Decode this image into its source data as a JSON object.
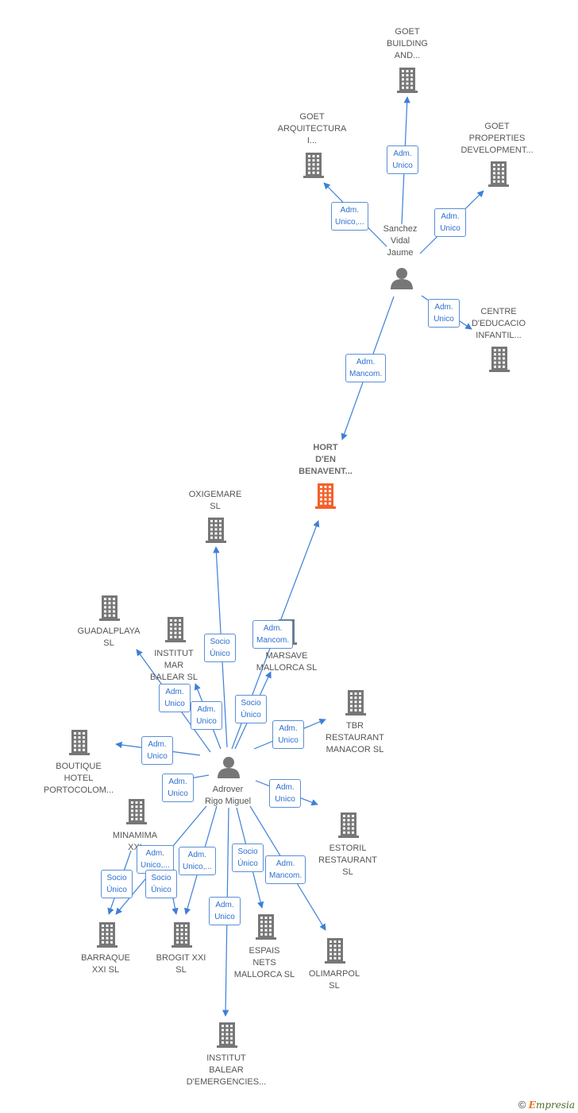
{
  "diagram": {
    "colors": {
      "edge": "#3d7fd8",
      "company": "#777777",
      "highlight": "#f4602a",
      "person": "#777777"
    },
    "nodes": [
      {
        "id": "goet_building",
        "type": "company",
        "label": "GOET\nBUILDING\nAND..."
      },
      {
        "id": "goet_arq",
        "type": "company",
        "label": "GOET\nARQUITECTURA\nI..."
      },
      {
        "id": "goet_prop",
        "type": "company",
        "label": "GOET\nPROPERTIES\nDEVELOPMENT..."
      },
      {
        "id": "sanchez",
        "type": "person",
        "label": "Sanchez\nVidal\nJaume"
      },
      {
        "id": "centre",
        "type": "company",
        "label": "CENTRE\nD'EDUCACIO\nINFANTIL..."
      },
      {
        "id": "hort",
        "type": "main",
        "label": "HORT\nD'EN\nBENAVENT..."
      },
      {
        "id": "oxigemare",
        "type": "company",
        "label": "OXIGEMARE\nSL"
      },
      {
        "id": "guadalplaya",
        "type": "company",
        "label": "GUADALPLAYA\nSL"
      },
      {
        "id": "institut_mar",
        "type": "company",
        "label": "INSTITUT\nMAR\nBALEAR SL"
      },
      {
        "id": "marsave",
        "type": "company",
        "label": "MARSAVE\nMALLORCA SL"
      },
      {
        "id": "tbr",
        "type": "company",
        "label": "TBR\nRESTAURANT\nMANACOR SL"
      },
      {
        "id": "boutique",
        "type": "company",
        "label": "BOUTIQUE\nHOTEL\nPORTOCOLOM..."
      },
      {
        "id": "adrover",
        "type": "person",
        "label": "Adrover\nRigo Miguel"
      },
      {
        "id": "minamima",
        "type": "company",
        "label": "MINAMIMA\nXXI"
      },
      {
        "id": "estoril",
        "type": "company",
        "label": "ESTORIL\nRESTAURANT\nSL"
      },
      {
        "id": "barraque",
        "type": "company",
        "label": "BARRAQUE\nXXI  SL"
      },
      {
        "id": "brogit",
        "type": "company",
        "label": "BROGIT XXI\nSL"
      },
      {
        "id": "espais",
        "type": "company",
        "label": "ESPAIS\nNETS\nMALLORCA SL"
      },
      {
        "id": "olimarpol",
        "type": "company",
        "label": "OLIMARPOL\nSL"
      },
      {
        "id": "institut_emerg",
        "type": "company",
        "label": "INSTITUT\nBALEAR\nD'EMERGENCIES..."
      }
    ],
    "edges": [
      {
        "from": "sanchez",
        "to": "goet_building",
        "label": "Adm.\nUnico"
      },
      {
        "from": "sanchez",
        "to": "goet_arq",
        "label": "Adm.\nUnico,..."
      },
      {
        "from": "sanchez",
        "to": "goet_prop",
        "label": "Adm.\nUnico"
      },
      {
        "from": "sanchez",
        "to": "centre",
        "label": "Adm.\nUnico"
      },
      {
        "from": "sanchez",
        "to": "hort",
        "label": "Adm.\nMancom."
      },
      {
        "from": "adrover",
        "to": "hort",
        "label": "Adm.\nMancom."
      },
      {
        "from": "adrover",
        "to": "oxigemare",
        "label": "Socio\nÚnico"
      },
      {
        "from": "adrover",
        "to": "guadalplaya",
        "label": "Adm.\nUnico"
      },
      {
        "from": "adrover",
        "to": "institut_mar",
        "label": "Adm.\nUnico"
      },
      {
        "from": "adrover",
        "to": "marsave",
        "label": "Socio\nÚnico"
      },
      {
        "from": "adrover",
        "to": "tbr",
        "label": "Adm.\nUnico"
      },
      {
        "from": "adrover",
        "to": "boutique",
        "label": "Adm.\nUnico"
      },
      {
        "from": "adrover",
        "to": "minamima",
        "label": "Adm.\nUnico"
      },
      {
        "from": "adrover",
        "to": "estoril",
        "label": "Adm.\nUnico"
      },
      {
        "from": "adrover",
        "to": "barraque",
        "label": "Adm.\nUnico,..."
      },
      {
        "from": "adrover",
        "to": "barraque",
        "label": "Socio\nÚnico"
      },
      {
        "from": "adrover",
        "to": "brogit",
        "label": "Adm.\nUnico,..."
      },
      {
        "from": "adrover",
        "to": "brogit",
        "label": "Socio\nÚnico"
      },
      {
        "from": "adrover",
        "to": "espais",
        "label": "Socio\nÚnico"
      },
      {
        "from": "adrover",
        "to": "olimarpol",
        "label": "Adm.\nMancom."
      },
      {
        "from": "adrover",
        "to": "institut_emerg",
        "label": "Adm.\nUnico"
      }
    ]
  },
  "footer": {
    "copyright": "©",
    "brand_initial": "E",
    "brand_rest": "mpresia"
  }
}
